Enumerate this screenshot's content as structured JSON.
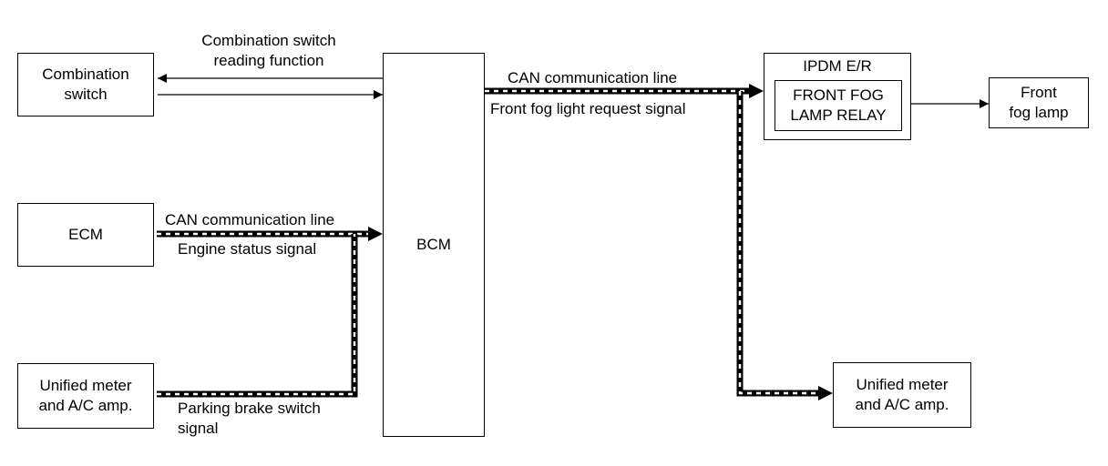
{
  "blocks": {
    "combination_switch": "Combination\nswitch",
    "ecm": "ECM",
    "unified_meter_left": "Unified meter\nand A/C amp.",
    "bcm": "BCM",
    "ipdm_er": "IPDM E/R",
    "front_fog_lamp_relay": "FRONT FOG\nLAMP RELAY",
    "front_fog_lamp": "Front\nfog lamp",
    "unified_meter_right": "Unified meter\nand A/C amp."
  },
  "labels": {
    "combination_switch_reading": "Combination switch\nreading function",
    "can_line_ecm": "CAN communication line",
    "engine_status_signal": "Engine status signal",
    "parking_brake_switch_signal": "Parking brake switch\nsignal",
    "can_line_bcm": "CAN communication line",
    "front_fog_light_request_signal": "Front fog light request signal"
  }
}
